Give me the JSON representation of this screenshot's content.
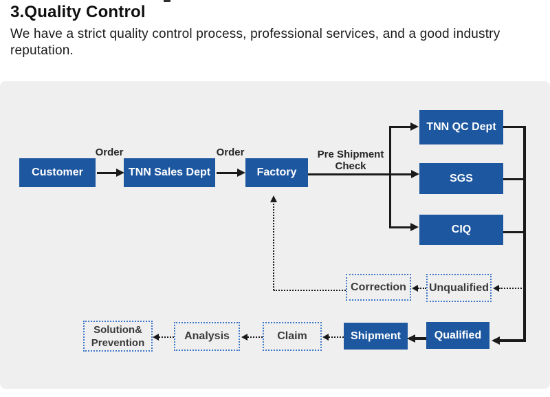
{
  "header": {
    "title": "3.Quality Control",
    "subtitle": "We have a strict quality control process, professional services, and a good industry reputation."
  },
  "flowchart": {
    "labels": {
      "order_1": "Order",
      "order_2": "Order",
      "pre_shipment_check": "Pre Shipment Check"
    },
    "nodes": {
      "customer": "Customer",
      "tnn_sales": "TNN Sales Dept",
      "factory": "Factory",
      "tnn_qc": "TNN QC Dept",
      "sgs": "SGS",
      "ciq": "CIQ",
      "correction": "Correction",
      "unqualified": "Unqualified",
      "shipment": "Shipment",
      "qualified": "Qualified",
      "claim": "Claim",
      "analysis": "Analysis",
      "solution_prevention": "Solution& Prevention"
    },
    "colors": {
      "solid_box_blue": "#1d57a0",
      "dotted_border_blue": "#3c76c8",
      "line_black": "#1a1a1a",
      "panel_background": "#efefef",
      "box_text": "#ffffff",
      "dotted_box_text": "#3a3a3a"
    }
  }
}
